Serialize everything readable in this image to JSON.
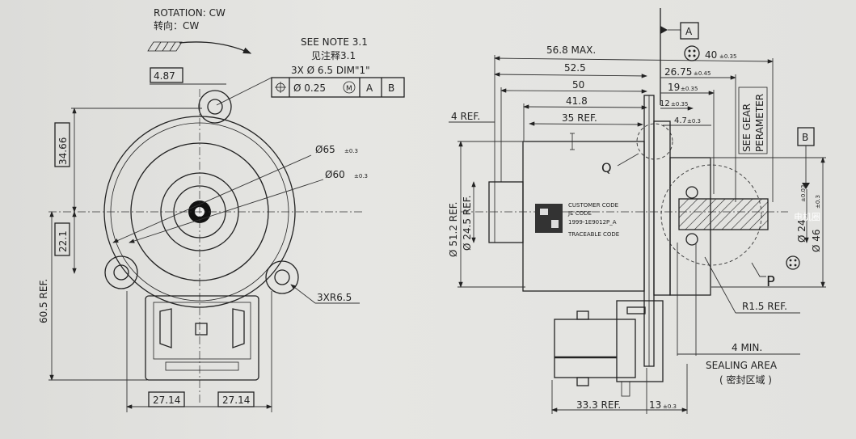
{
  "front_view": {
    "rotation_en": "ROTATION: CW",
    "rotation_cn": "转向：CW",
    "note_en": "SEE NOTE 3.1",
    "note_cn": "见注释3.1",
    "hole_callout": "3X Ø 6.5 DIM\"1\"",
    "fcf": {
      "tolerance": "Ø 0.25",
      "modifier": "M",
      "datum1": "A",
      "datum2": "B"
    },
    "dim_top_offset": "4.87",
    "dim_height_upper": "34.66",
    "dim_height_mid": "22.1",
    "dim_height_ref": "60.5 REF.",
    "dia_outer": "Ø65",
    "dia_outer_tol": "±0.3",
    "dia_inner": "Ø60",
    "dia_inner_tol": "±0.3",
    "radius_callout": "3XR6.5",
    "dim_bottom_left": "27.14",
    "dim_bottom_right": "27.14"
  },
  "side_view": {
    "datum_a": "A",
    "datum_b": "B",
    "runout": "40",
    "runout_tol": "±0.35",
    "dim_overall": "56.8 MAX.",
    "dim_52": "52.5",
    "dim_50": "50",
    "dim_41": "41.8",
    "dim_35": "35 REF.",
    "dim_4ref": "4 REF.",
    "dim_2675": "26.75",
    "dim_2675_tol": "±0.45",
    "dim_19": "19",
    "dim_19_tol": "±0.35",
    "dim_12": "12",
    "dim_12_tol": "±0.35",
    "dim_47": "4.7",
    "dim_47_tol": "±0.3",
    "gear_note_1": "SEE GEAR",
    "gear_note_2": "PERAMETER",
    "detail_q": "Q",
    "dia_512": "Ø 51.2 REF.",
    "dia_245": "Ø 24.5 REF.",
    "label_lines": [
      "CUSTOMER CODE",
      "JE CODE",
      "1999-1E9012P_A",
      "TRACEABLE CODE"
    ],
    "dia_24": "Ø 24",
    "dia_24_tol": "±0.03",
    "dia_46": "Ø 46",
    "dia_46_tol": "±0.3",
    "detail_p": "P",
    "radius_ref": "R1.5 REF.",
    "seal_min": "4 MIN.",
    "seal_en": "SEALING AREA",
    "seal_cn": "( 密封区域 )",
    "dim_333": "33.3 REF.",
    "dim_13": "13",
    "dim_13_tol": "±0.3"
  },
  "watermark": "电机圈"
}
